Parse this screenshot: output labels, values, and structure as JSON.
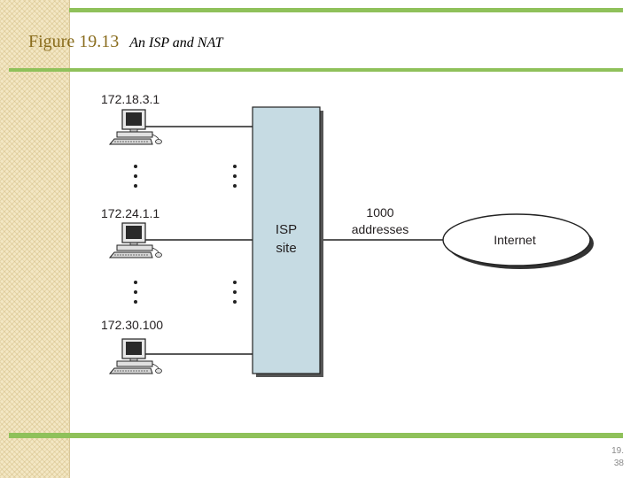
{
  "title": {
    "figure": "Figure 19.13",
    "caption": "An ISP and NAT"
  },
  "diagram": {
    "hosts": [
      {
        "address": "172.18.3.1"
      },
      {
        "address": "172.24.1.1"
      },
      {
        "address": "172.30.100"
      }
    ],
    "isp": {
      "line1": "ISP",
      "line2": "site"
    },
    "link": {
      "line1": "1000",
      "line2": "addresses"
    },
    "cloud": {
      "label": "Internet"
    }
  },
  "footer": {
    "page_line1": "19.",
    "page_line2": "38"
  },
  "colors": {
    "accent_green": "#8fc15a",
    "title_gold": "#8a6d1e",
    "isp_fill": "#c6dbe3",
    "stripe": "#f3e7c4"
  },
  "icons": [
    "computer-icon",
    "ellipsis-dots-icon",
    "cloud-shape"
  ]
}
